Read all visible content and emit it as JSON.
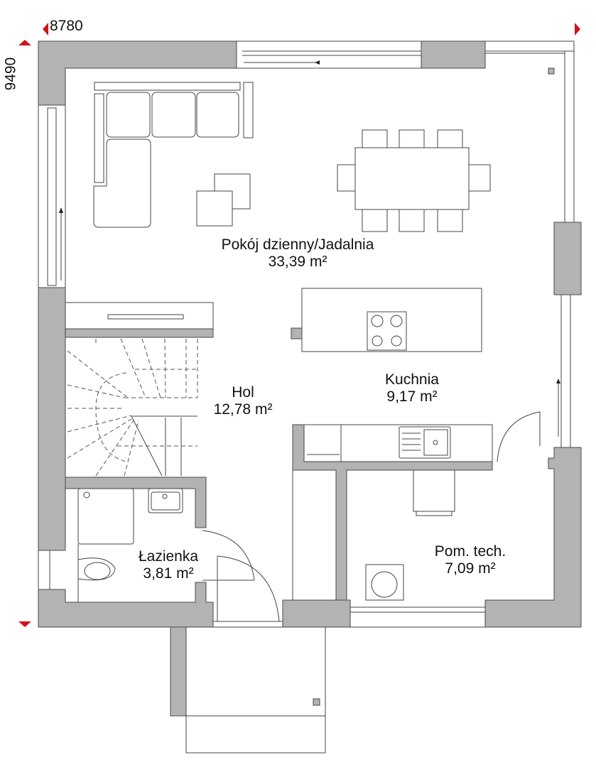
{
  "dimensions": {
    "width_mm": "8780",
    "depth_mm": "9490"
  },
  "rooms": [
    {
      "name": "Pokój dzienny/Jadalnia",
      "area": "33,39 m²"
    },
    {
      "name": "Hol",
      "area": "12,78 m²"
    },
    {
      "name": "Kuchnia",
      "area": "9,17 m²"
    },
    {
      "name": "Łazienka",
      "area": "3,81 m²"
    },
    {
      "name": "Pom. tech.",
      "area": "7,09 m²"
    }
  ],
  "colors": {
    "wall": "#b3b3b3",
    "marker": "#d0121b"
  }
}
